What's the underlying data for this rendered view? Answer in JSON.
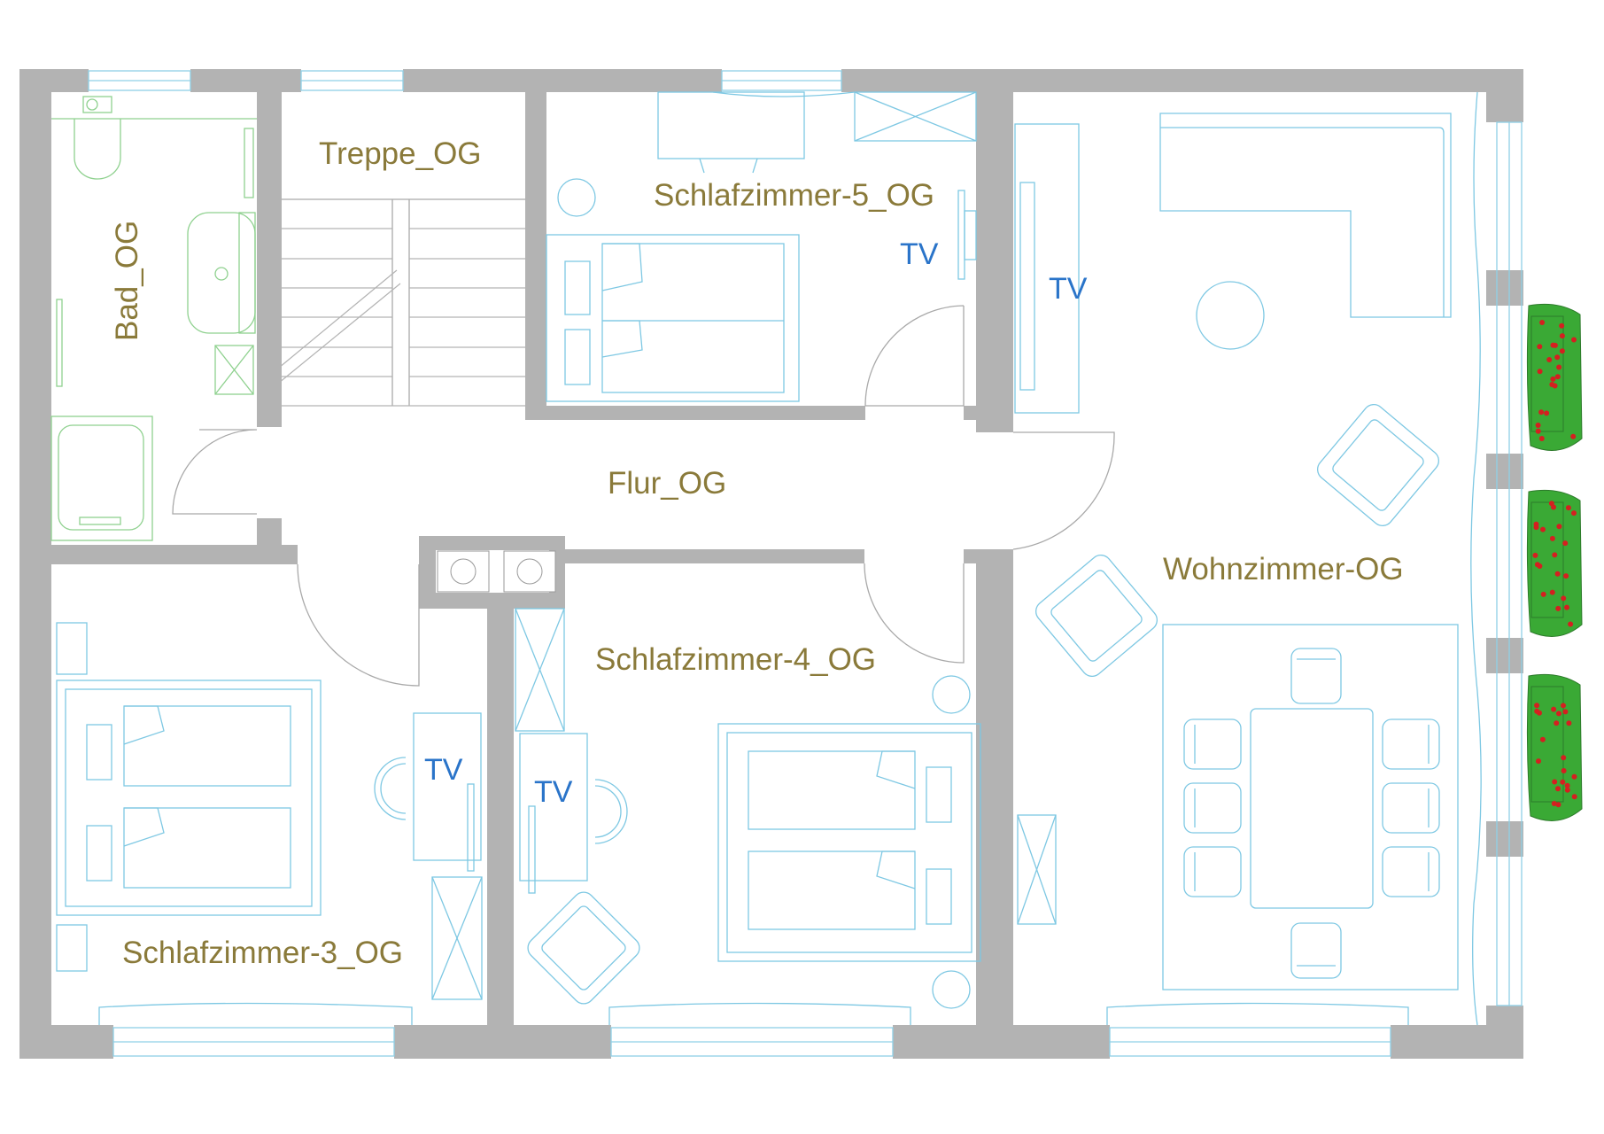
{
  "rooms": {
    "bad": "Bad_OG",
    "treppe": "Treppe_OG",
    "schlafzimmer5": "Schlafzimmer-5_OG",
    "flur": "Flur_OG",
    "schlafzimmer4": "Schlafzimmer-4_OG",
    "schlafzimmer3": "Schlafzimmer-3_OG",
    "wohnzimmer": "Wohnzimmer-OG"
  },
  "tv_label": "TV",
  "colors": {
    "wall": "#b3b3b3",
    "furniture": "#7ec8e3",
    "sanitary": "#8fd18f",
    "room_label": "#8a7a3a",
    "tv_label": "#2a74c9",
    "plant_green": "#3aa935",
    "plant_dots": "#d42020"
  }
}
